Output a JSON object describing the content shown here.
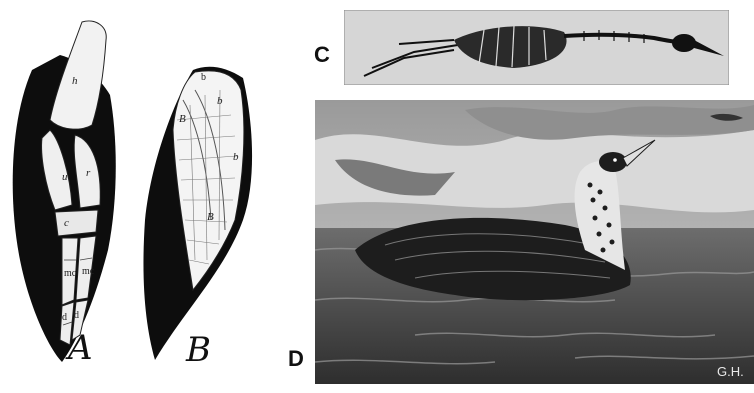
{
  "panels": {
    "a": {
      "letter": "A",
      "bone_labels": [
        "h",
        "u",
        "r",
        "c",
        "mc",
        "mc",
        "d",
        "d"
      ]
    },
    "b": {
      "letter": "B",
      "bone_labels": [
        "b",
        "b",
        "B",
        "b",
        "B"
      ]
    },
    "c": {
      "letter": "C"
    },
    "d": {
      "letter": "D",
      "signature": "G.H."
    }
  },
  "colors": {
    "ink": "#0d0d0d",
    "paper": "#ffffff",
    "water": "#5a5a5a",
    "sky": "#bdbdbd"
  }
}
